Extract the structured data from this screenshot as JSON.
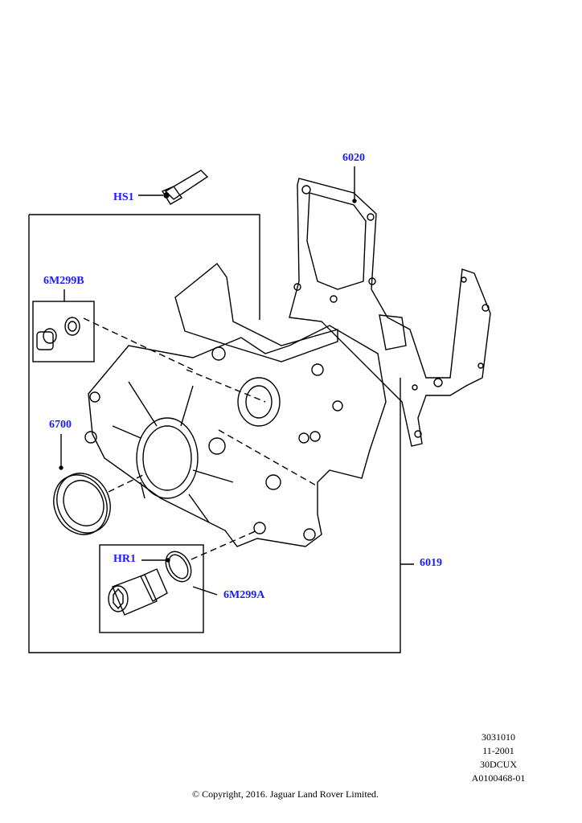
{
  "callouts": {
    "c6020": "6020",
    "hs1": "HS1",
    "c6m299b": "6M299B",
    "c6700": "6700",
    "hr1": "HR1",
    "c6m299a": "6M299A",
    "c6019": "6019"
  },
  "footer": {
    "codes": [
      "3031010",
      "11-2001",
      "30DCUX",
      "A0100468-01"
    ],
    "copyright": "© Copyright, 2016. Jaguar Land Rover Limited."
  },
  "colors": {
    "callout": "#1a1aff",
    "line": "#000000"
  }
}
